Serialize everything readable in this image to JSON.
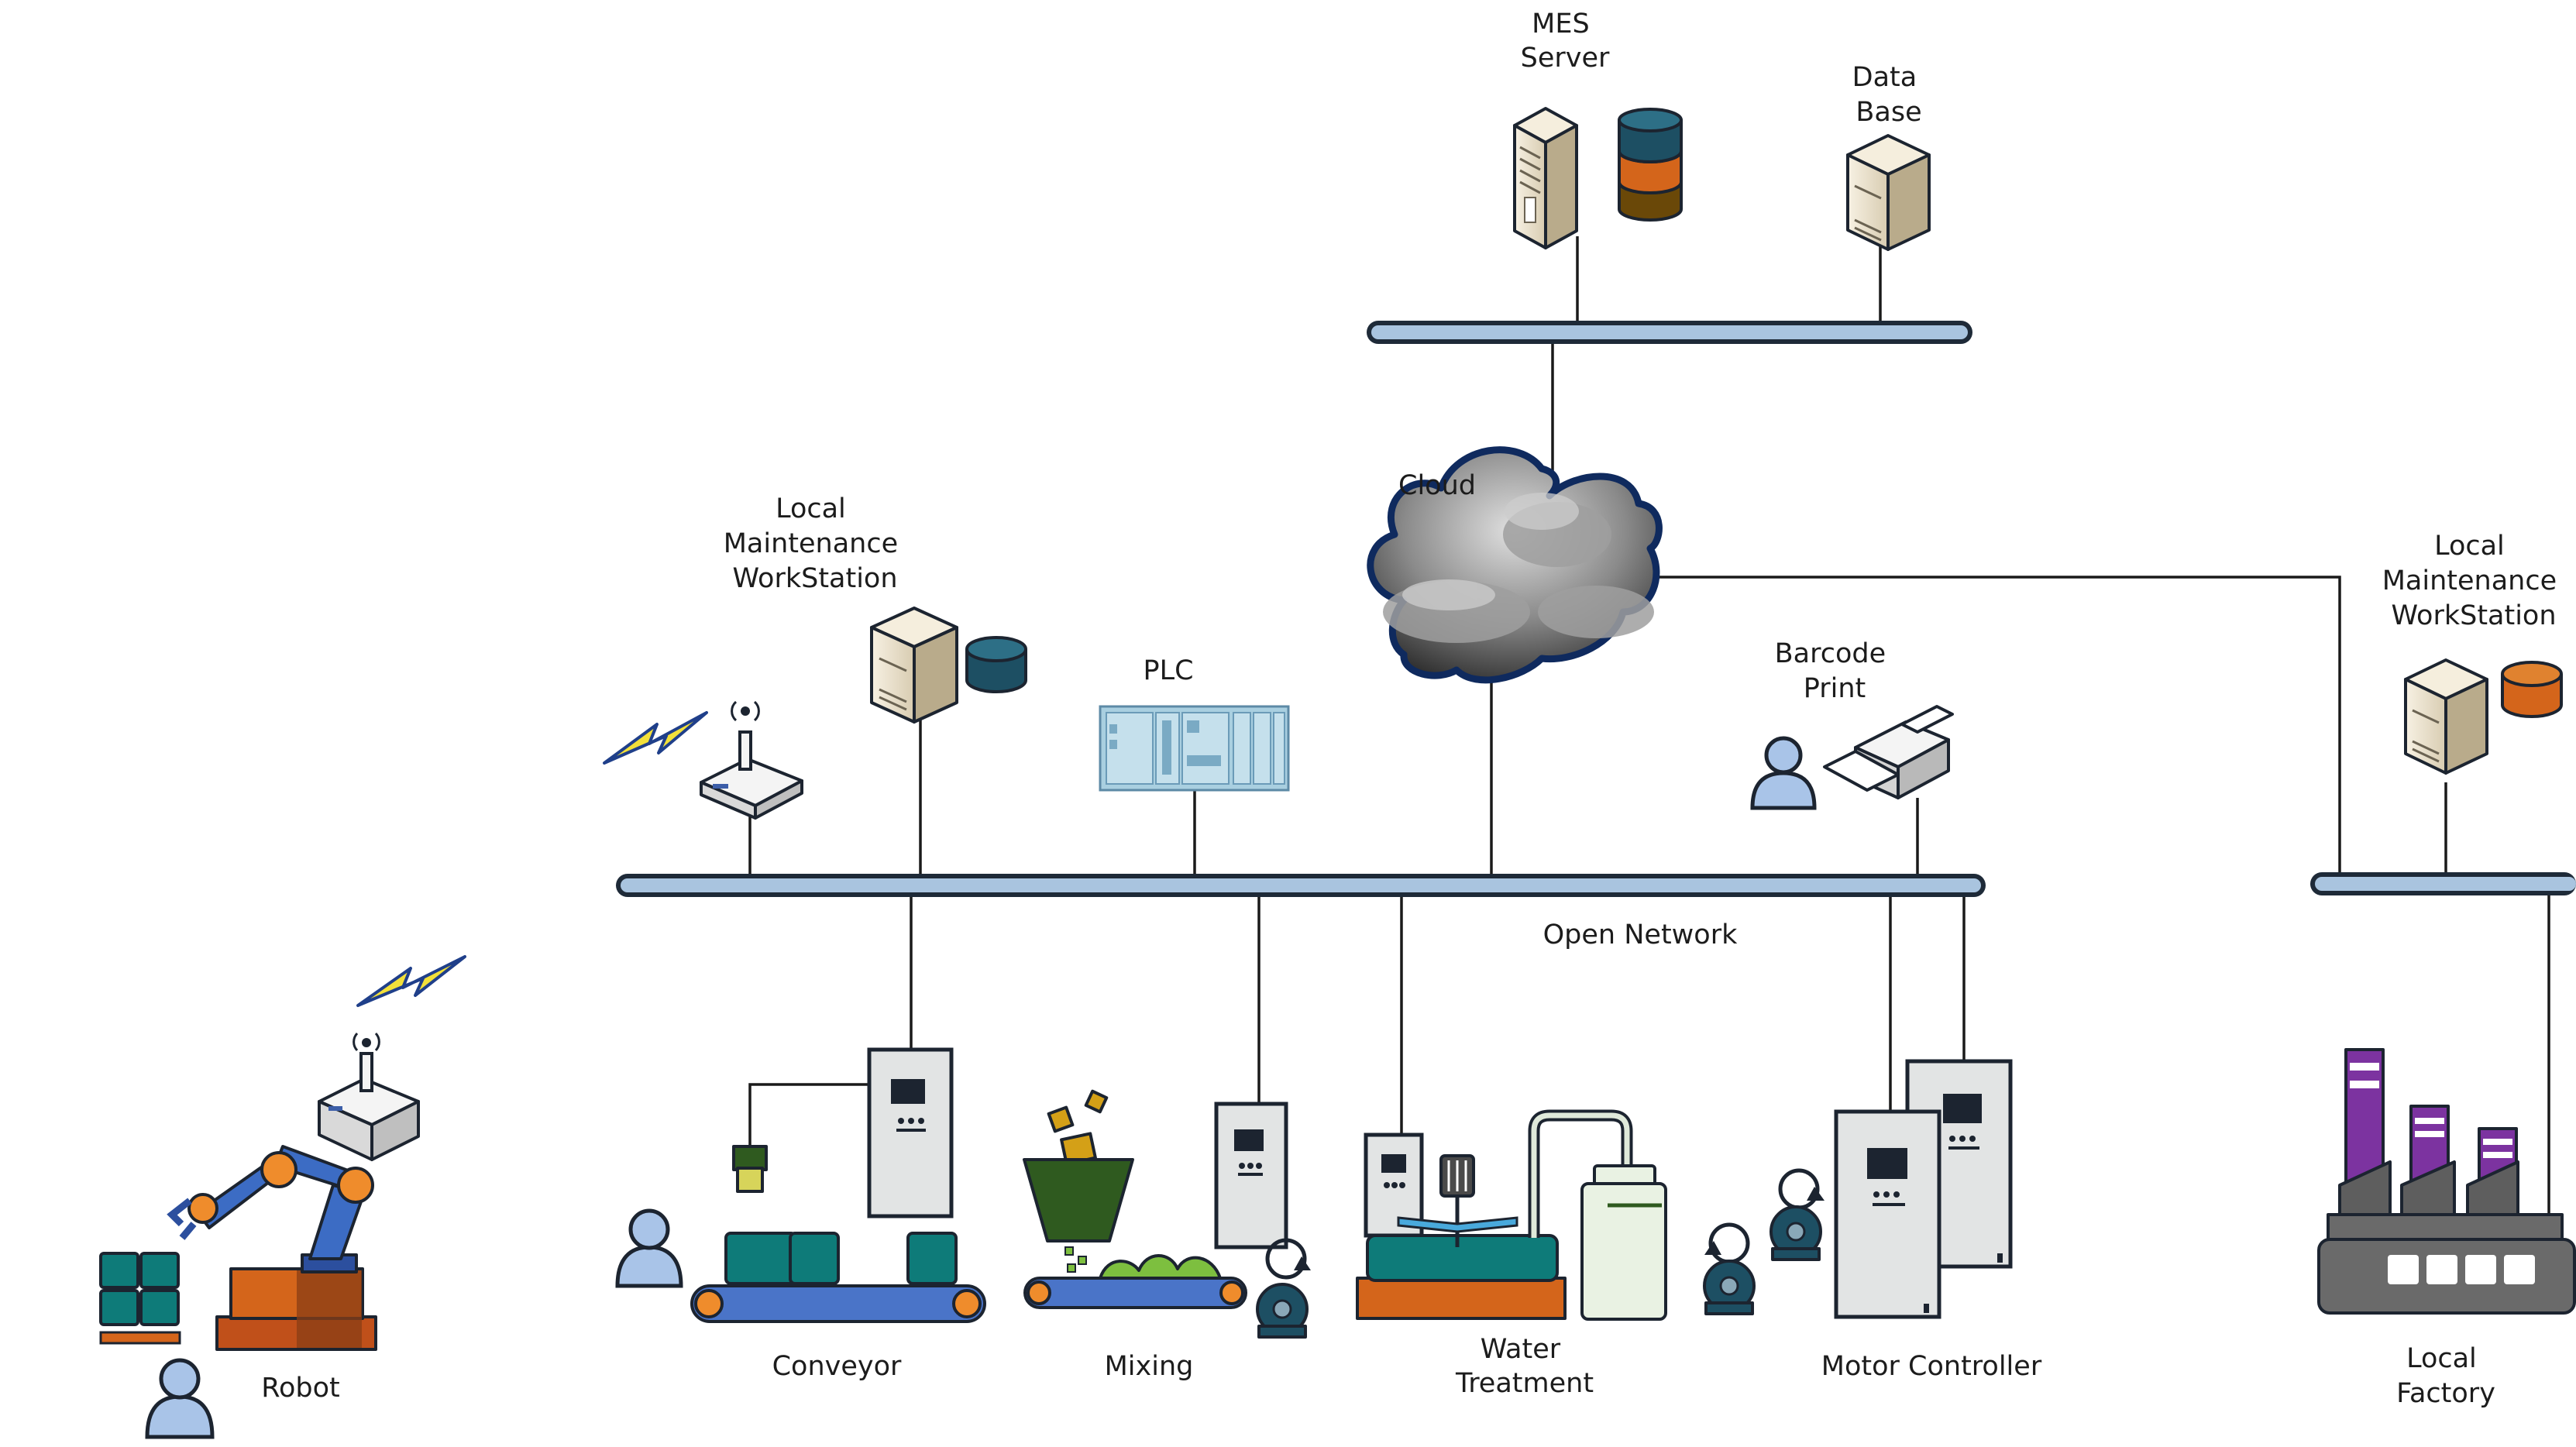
{
  "nodes": {
    "mes_server": [
      "MES",
      "Server"
    ],
    "data_base": [
      "Data",
      "Base"
    ],
    "cloud": "Cloud",
    "local_ws_left": [
      "Local",
      "Maintenance",
      "WorkStation"
    ],
    "plc": "PLC",
    "barcode_print": [
      "Barcode",
      "Print"
    ],
    "local_ws_right": [
      "Local",
      "Maintenance",
      "WorkStation"
    ],
    "open_network": "Open Network",
    "robot": "Robot",
    "conveyor": "Conveyor",
    "mixing": "Mixing",
    "water_treatment": [
      "Water",
      "Treatment"
    ],
    "motor_controller": "Motor Controller",
    "local_factory": [
      "Local",
      "Factory"
    ]
  },
  "colors": {
    "bus": "#a9c4df",
    "teal": "#0e7b79",
    "orange": "#d4651b",
    "navy": "#1d4f63",
    "purple": "#7c33a0",
    "panel": "#e2e4e4",
    "server": "#eee4cf"
  }
}
